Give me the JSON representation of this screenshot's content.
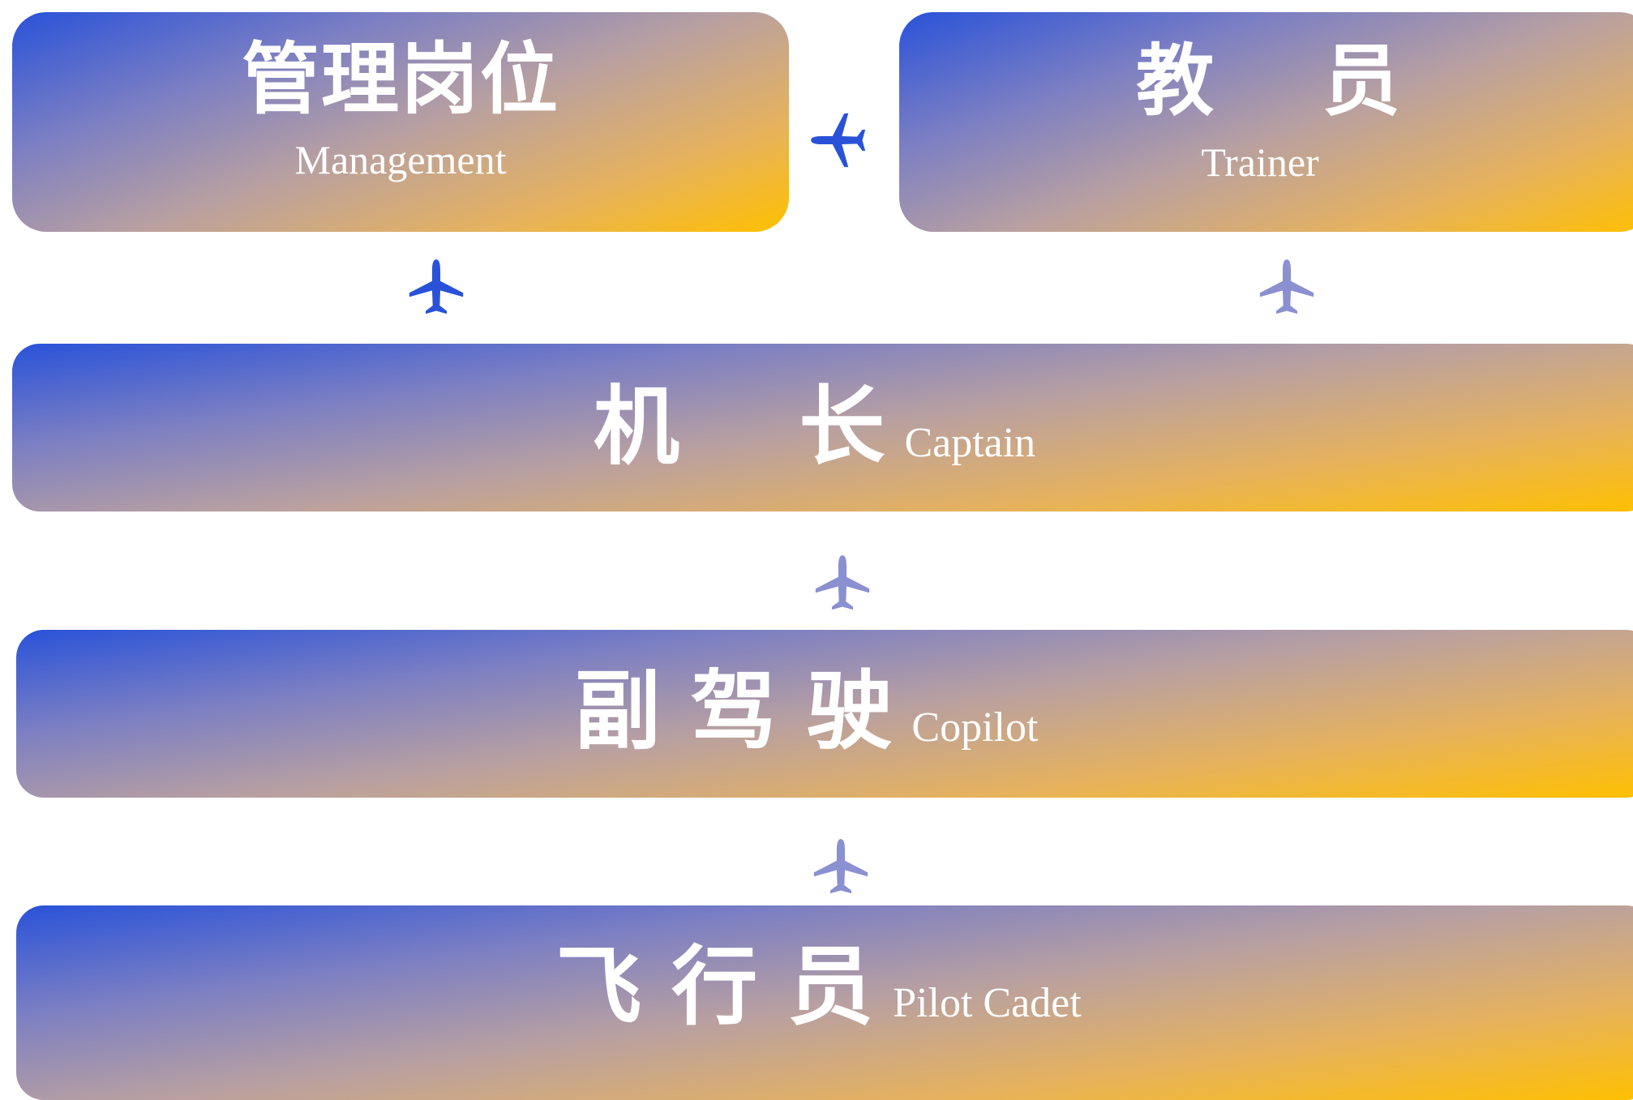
{
  "colors": {
    "gradient_start": "#2952d9",
    "gradient_end": "#ffc000",
    "plane_dark": "#2952d9",
    "plane_light": "#8a90d0",
    "text": "#ffffff"
  },
  "nodes": {
    "management": {
      "cn": "管理岗位",
      "en": "Management"
    },
    "trainer": {
      "cn": "教    员",
      "en": "Trainer"
    },
    "captain": {
      "cn": "机    长",
      "en": "Captain"
    },
    "copilot": {
      "cn": "副 驾 驶",
      "en": "Copilot"
    },
    "cadet": {
      "cn": "飞 行 员",
      "en": "Pilot Cadet"
    }
  },
  "icons": {
    "arrow_left": "airplane-left-icon",
    "arrow_up": "airplane-up-icon"
  }
}
